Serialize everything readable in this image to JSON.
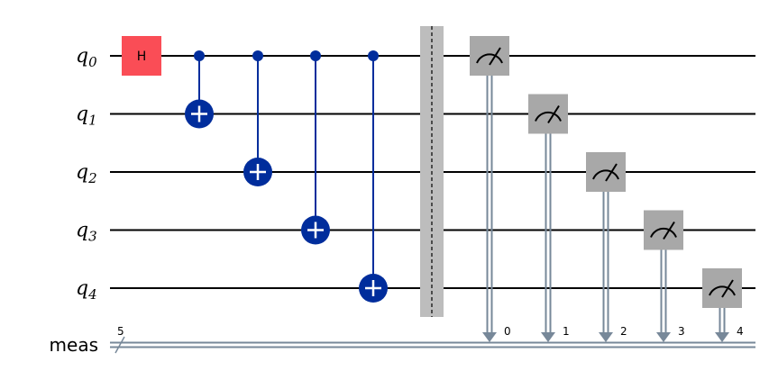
{
  "circuit": {
    "qubits": [
      {
        "name": "q",
        "index": "0"
      },
      {
        "name": "q",
        "index": "1"
      },
      {
        "name": "q",
        "index": "2"
      },
      {
        "name": "q",
        "index": "3"
      },
      {
        "name": "q",
        "index": "4"
      }
    ],
    "classical_register": {
      "name": "meas",
      "size": "5"
    },
    "gates": [
      {
        "type": "h",
        "label": "H",
        "qubit": 0,
        "column": 0
      },
      {
        "type": "cx",
        "control": 0,
        "target": 1,
        "column": 1
      },
      {
        "type": "cx",
        "control": 0,
        "target": 2,
        "column": 2
      },
      {
        "type": "cx",
        "control": 0,
        "target": 3,
        "column": 3
      },
      {
        "type": "cx",
        "control": 0,
        "target": 4,
        "column": 4
      }
    ],
    "barrier": {
      "qubits": [
        0,
        1,
        2,
        3,
        4
      ],
      "column": 5
    },
    "measurements": [
      {
        "qubit": 0,
        "bit": "0",
        "column": 6
      },
      {
        "qubit": 1,
        "bit": "1",
        "column": 7
      },
      {
        "qubit": 2,
        "bit": "2",
        "column": 8
      },
      {
        "qubit": 3,
        "bit": "3",
        "column": 9
      },
      {
        "qubit": 4,
        "bit": "4",
        "column": 10
      }
    ]
  },
  "colors": {
    "wire": "#000000",
    "h_gate": "#fa4d56",
    "cx": "#002d9c",
    "barrier": "#bdbdbd",
    "measure_box": "#a8a8a8",
    "classical_wire": "#778899"
  }
}
